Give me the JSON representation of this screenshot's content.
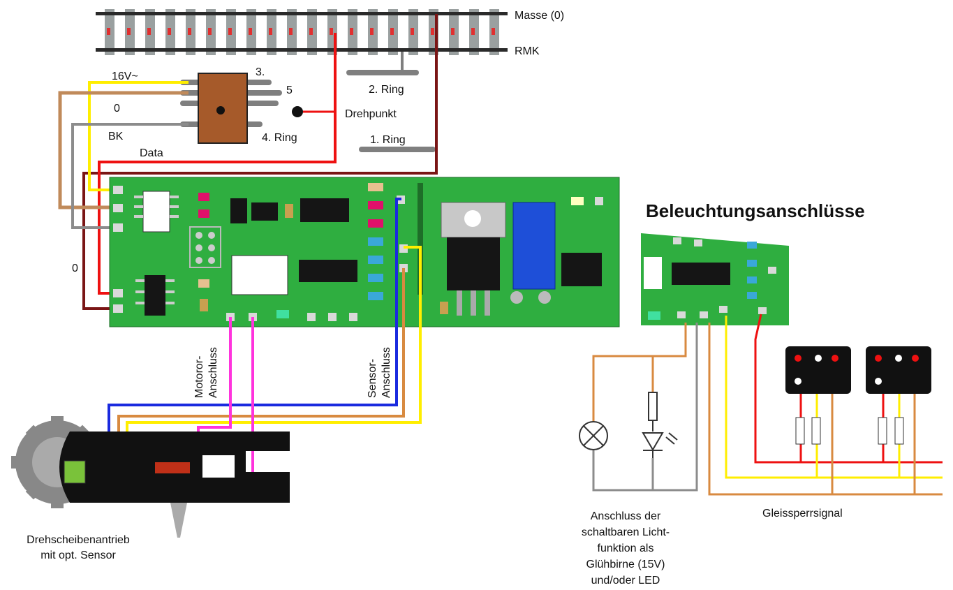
{
  "track": {
    "masse": "Masse  (0)",
    "rmk": "RMK"
  },
  "rings": {
    "ring2": "2. Ring",
    "ring1": "1. Ring",
    "ring3": "3.",
    "ring5": "5",
    "ring4": "4. Ring",
    "pivot": "Drehpunkt"
  },
  "wires": {
    "v16": "16V~",
    "zero_top": "0",
    "bk": "BK",
    "data": "Data",
    "zero_left": "0"
  },
  "connectors": {
    "motor_line1": "Motoror-",
    "motor_line2": "Anschluss",
    "sensor_line1": "Sensor-",
    "sensor_line2": "Anschluss"
  },
  "lighting": {
    "heading": "Beleuchtungsanschlüsse",
    "signal": "Gleissperrsignal",
    "light_lines": [
      "Anschluss der",
      "schaltbaren Licht-",
      "funktion als",
      "Glühbirne (15V)",
      "und/oder LED"
    ]
  },
  "drive": {
    "lines": [
      "Drehscheibenantrieb",
      "mit opt. Sensor"
    ]
  }
}
